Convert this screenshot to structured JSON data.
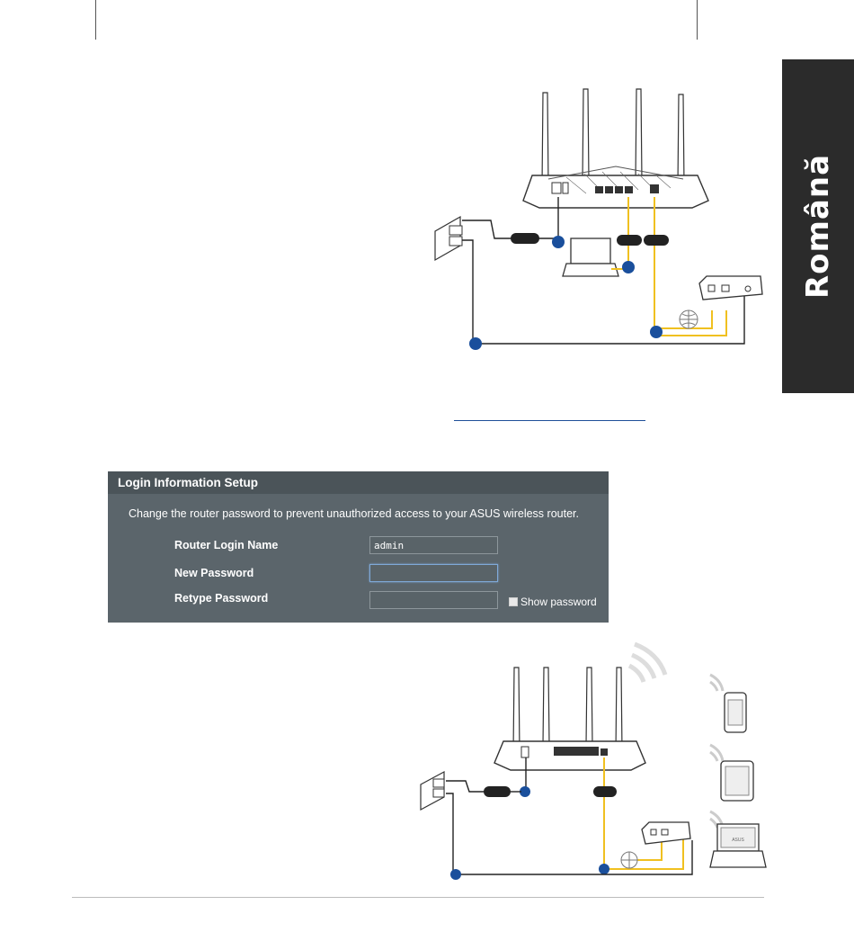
{
  "side_tab": {
    "label": "Română"
  },
  "login_setup": {
    "title": "Login Information Setup",
    "description": "Change the router password to prevent unauthorized access to your ASUS wireless router.",
    "fields": [
      {
        "label": "Router Login Name",
        "value": "admin"
      },
      {
        "label": "New Password",
        "value": ""
      },
      {
        "label": "Retype Password",
        "value": ""
      }
    ],
    "show_password_label": "Show password"
  },
  "diagram_bottom": {
    "device_brand": "ASUS"
  }
}
